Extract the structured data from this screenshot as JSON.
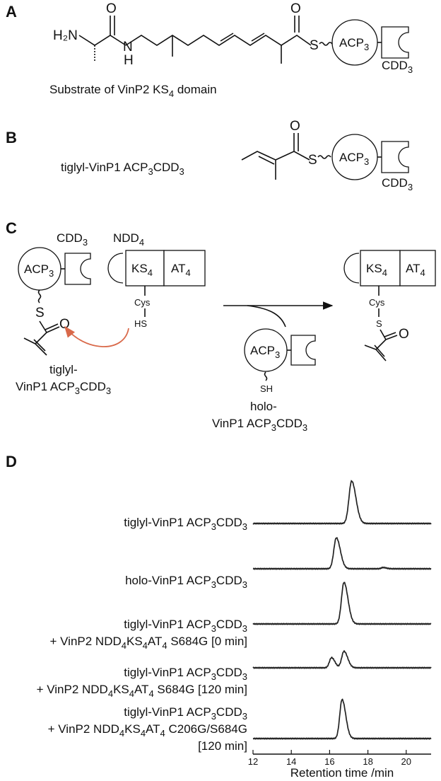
{
  "panels": {
    "a": "A",
    "b": "B",
    "c": "C",
    "d": "D"
  },
  "panel_a": {
    "h2n": "H₂N",
    "nh_n": "N",
    "nh_h": "H",
    "o1": "O",
    "o2": "O",
    "s": "S",
    "acp": "ACP",
    "acp_sub": "3",
    "cdd": "CDD",
    "cdd_sub": "3",
    "caption_main": "Substrate of VinP2 KS",
    "caption_sub": "4",
    "caption_end": " domain"
  },
  "panel_b": {
    "label_main": "tiglyl-VinP1 ACP",
    "label_sub1": "3",
    "label_mid": "CDD",
    "label_sub2": "3",
    "o": "O",
    "s": "S",
    "acp": "ACP",
    "acp_sub": "3",
    "cdd": "CDD",
    "cdd_sub": "3"
  },
  "panel_c": {
    "cdd": "CDD",
    "cdd_sub": "3",
    "ndd": "NDD",
    "ndd_sub": "4",
    "acp": "ACP",
    "acp_sub": "3",
    "ks": "KS",
    "ks_sub": "4",
    "at": "AT",
    "at_sub": "4",
    "s": "S",
    "o": "O",
    "cys": "Cys",
    "hs": "HS",
    "sh": "SH",
    "left_l1": "tiglyl-",
    "left_l2_main": "VinP1 ACP",
    "left_l2_sub1": "3",
    "left_l2_mid": "CDD",
    "left_l2_sub2": "3",
    "mid_l1": "holo-",
    "mid_l2_main": "VinP1 ACP",
    "mid_l2_sub1": "3",
    "mid_l2_mid": "CDD",
    "mid_l2_sub2": "3",
    "arrow_color": "#d9694a"
  },
  "chart_data": {
    "type": "line",
    "xlabel": "Retention time /min",
    "xlim": [
      12,
      21.3
    ],
    "ticks": [
      12,
      14,
      16,
      18,
      20
    ],
    "tick_labels": [
      "12",
      "14",
      "16",
      "18",
      "20"
    ],
    "grid": false,
    "series": [
      {
        "l1_main": "tiglyl-VinP1 ACP",
        "l1_sub1": "3",
        "l1_mid": "CDD",
        "l1_sub2": "3",
        "l2_pre": "",
        "l2_sub1": "",
        "l2_a": "",
        "l2_sub2": "",
        "l2_b": "",
        "l2_sub3": "",
        "l2_post": "",
        "l3": "",
        "peaks": [
          {
            "t": 17.15,
            "h": 1.0,
            "w": 0.14
          }
        ]
      },
      {
        "l1_main": "holo-VinP1 ACP",
        "l1_sub1": "3",
        "l1_mid": "CDD",
        "l1_sub2": "3",
        "l2_pre": "",
        "l2_sub1": "",
        "l2_a": "",
        "l2_sub2": "",
        "l2_b": "",
        "l2_sub3": "",
        "l2_post": "",
        "l3": "",
        "peaks": [
          {
            "t": 16.35,
            "h": 0.73,
            "w": 0.13
          },
          {
            "t": 18.8,
            "h": 0.03,
            "w": 0.1
          }
        ]
      },
      {
        "l1_main": "tiglyl-VinP1 ACP",
        "l1_sub1": "3",
        "l1_mid": "CDD",
        "l1_sub2": "3",
        "l2_pre": "+ VinP2 NDD",
        "l2_sub1": "4",
        "l2_a": "KS",
        "l2_sub2": "4",
        "l2_b": "AT",
        "l2_sub3": "4",
        "l2_post": " S684G [0 min]",
        "l3": "",
        "peaks": [
          {
            "t": 16.75,
            "h": 0.98,
            "w": 0.13
          }
        ]
      },
      {
        "l1_main": "tiglyl-VinP1 ACP",
        "l1_sub1": "3",
        "l1_mid": "CDD",
        "l1_sub2": "3",
        "l2_pre": "+ VinP2 NDD",
        "l2_sub1": "4",
        "l2_a": "KS",
        "l2_sub2": "4",
        "l2_b": "AT",
        "l2_sub3": "4",
        "l2_post": " S684G [120 min]",
        "l3": "",
        "peaks": [
          {
            "t": 16.1,
            "h": 0.24,
            "w": 0.11
          },
          {
            "t": 16.75,
            "h": 0.39,
            "w": 0.12
          }
        ]
      },
      {
        "l1_main": "tiglyl-VinP1 ACP",
        "l1_sub1": "3",
        "l1_mid": "CDD",
        "l1_sub2": "3",
        "l2_pre": "+ VinP2 NDD",
        "l2_sub1": "4",
        "l2_a": "KS",
        "l2_sub2": "4",
        "l2_b": "AT",
        "l2_sub3": "4",
        "l2_post": " C206G/S684G",
        "l3": "[120 min]",
        "peaks": [
          {
            "t": 16.65,
            "h": 0.92,
            "w": 0.12
          }
        ]
      }
    ]
  }
}
